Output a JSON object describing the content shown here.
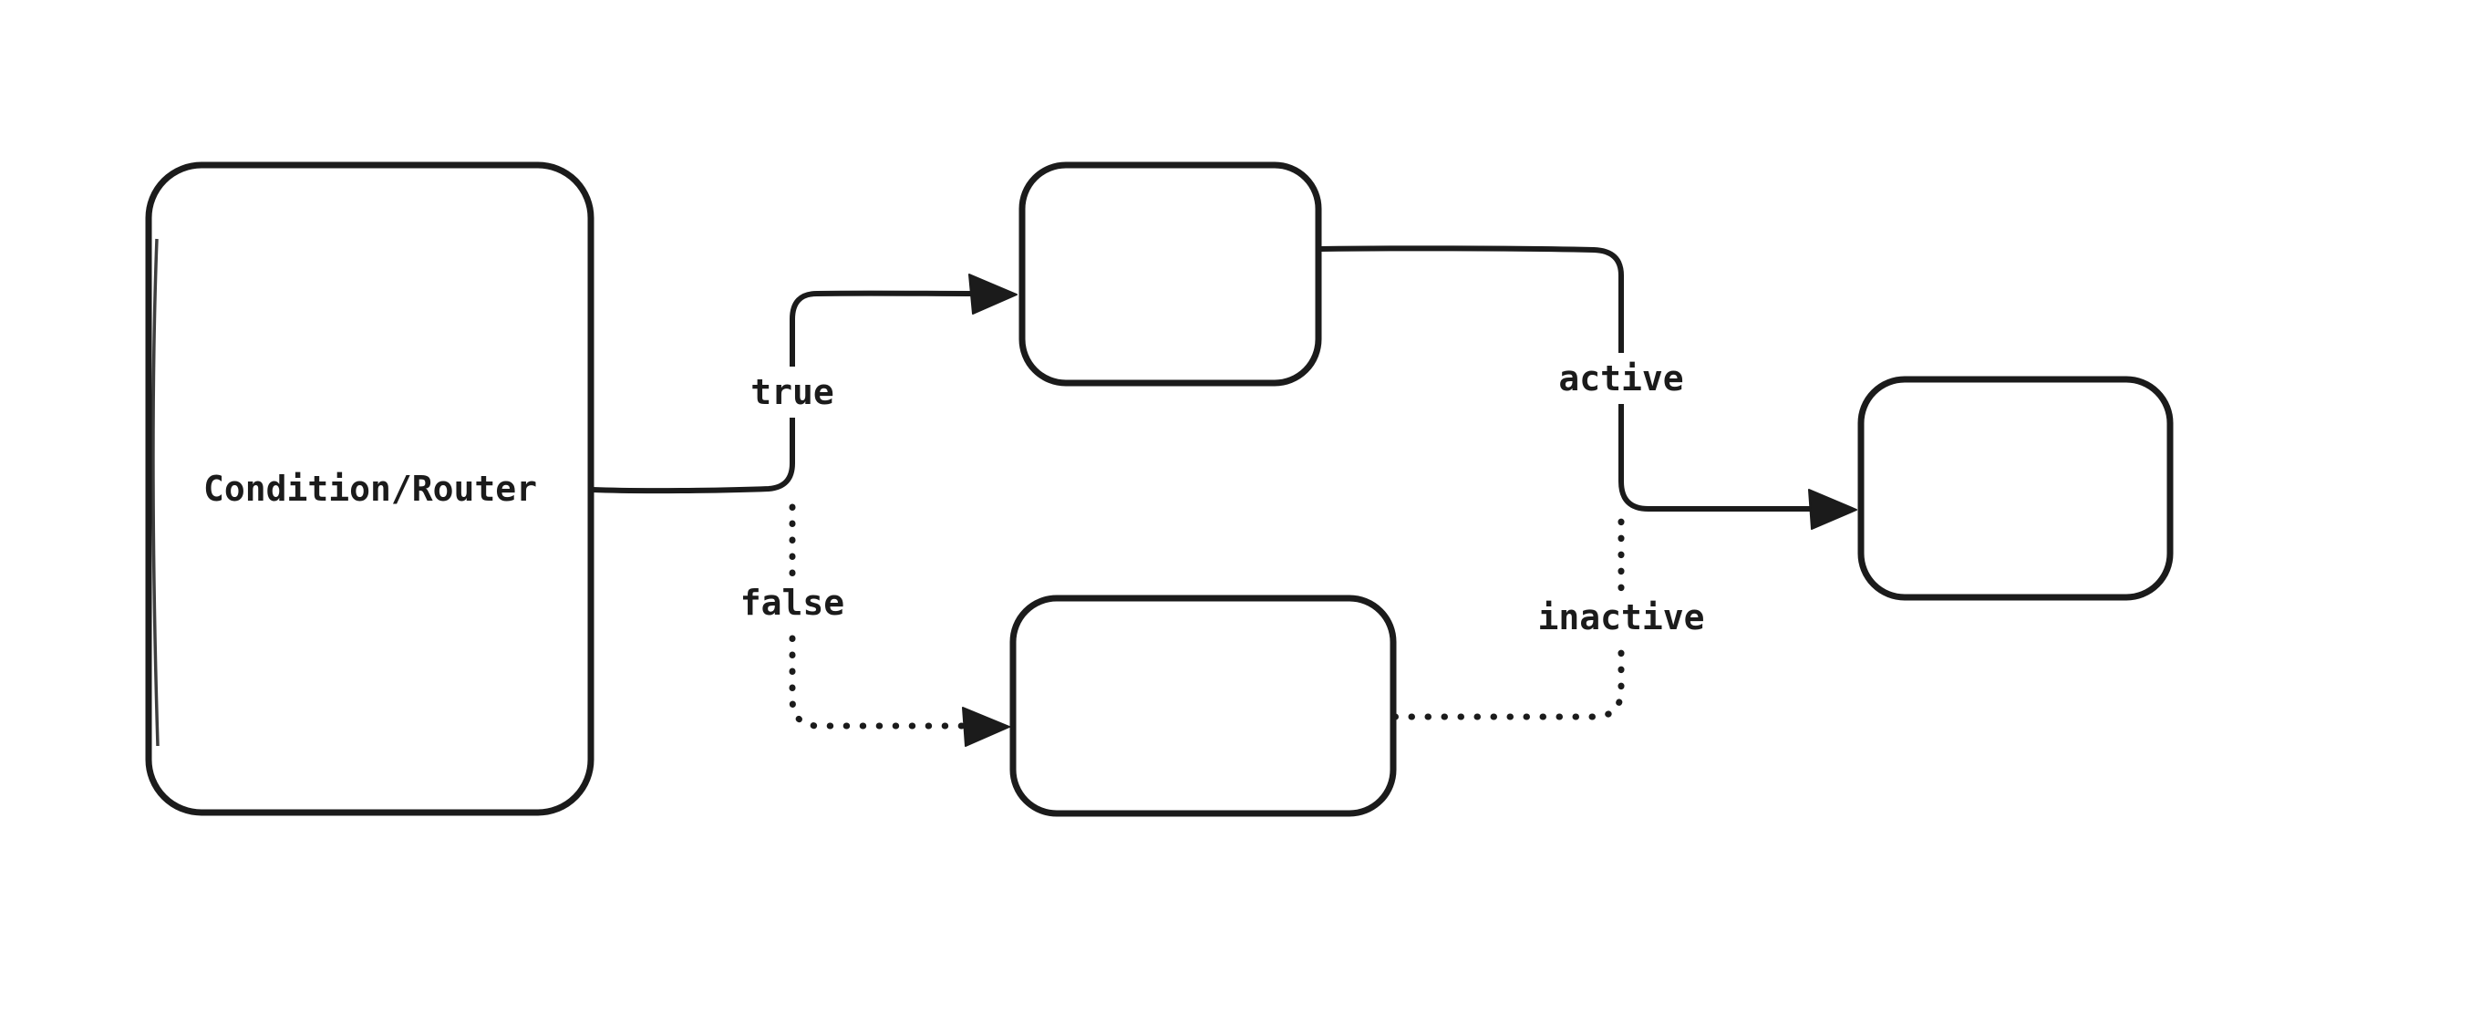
{
  "canvas": {
    "background_color": "#ffffff",
    "stroke_color": "#1b1b1b"
  },
  "nodes": [
    {
      "id": "condition-router",
      "label": "Condition/Router",
      "shape": "rounded-rectangle"
    },
    {
      "id": "true-target",
      "label": "",
      "shape": "rounded-rectangle"
    },
    {
      "id": "false-target",
      "label": "",
      "shape": "rounded-rectangle"
    },
    {
      "id": "final",
      "label": "",
      "shape": "rounded-rectangle"
    }
  ],
  "edges": [
    {
      "id": "edge-true",
      "from": "condition-router",
      "to": "true-target",
      "label": "true",
      "style": "solid",
      "arrowhead": "filled-triangle"
    },
    {
      "id": "edge-false",
      "from": "condition-router",
      "to": "false-target",
      "label": "false",
      "style": "dotted",
      "arrowhead": "filled-triangle"
    },
    {
      "id": "edge-active",
      "from": "true-target",
      "to": "final",
      "label": "active",
      "style": "solid",
      "arrowhead": "filled-triangle"
    },
    {
      "id": "edge-inactive",
      "from": "false-target",
      "to": "final",
      "label": "inactive",
      "style": "dotted",
      "arrowhead": "none"
    }
  ]
}
